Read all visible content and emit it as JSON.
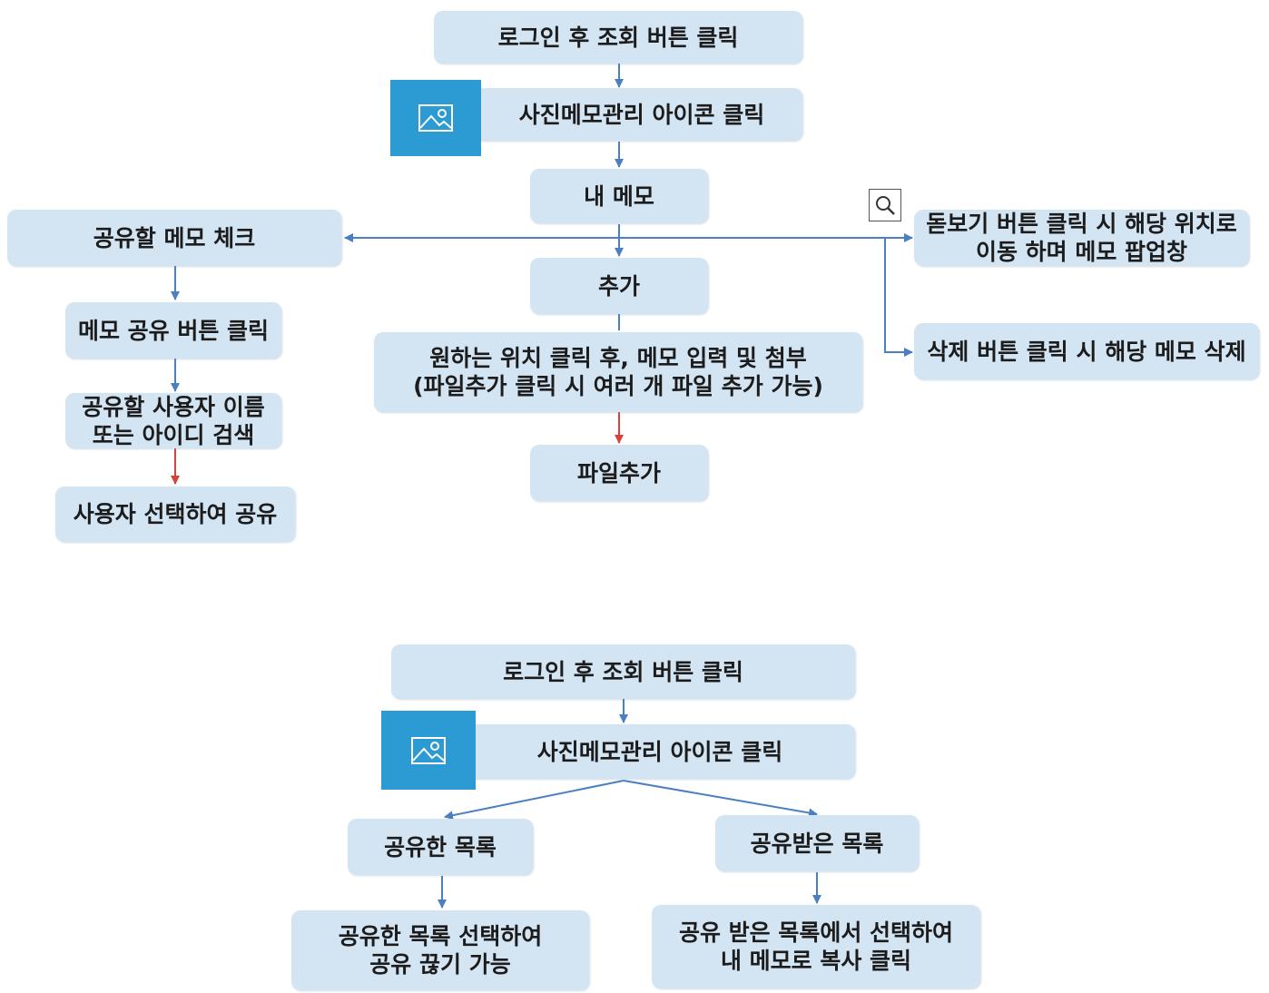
{
  "diagram1": {
    "login": "로그인 후 조회 버튼 클릭",
    "photo_memo": "사진메모관리  아이콘  클릭",
    "my_memo": "내 메모",
    "share_check": "공유할  메모  체크",
    "share_button": "메모 공유 버튼 클릭",
    "share_search": [
      "공유할 사용자 이름",
      "또는 아이디  검색"
    ],
    "share_select": "사용자 선택하여  공유",
    "add": "추가",
    "add_detail": [
      "원하는 위치 클릭 후, 메모 입력 및 첨부",
      "(파일추가  클릭 시 여러 개 파일 추가 가능)"
    ],
    "add_file": "파일추가",
    "zoom_popup": [
      "돋보기 버튼 클릭 시 해당 위치로",
      "이동 하며 메모 팝업창"
    ],
    "delete": "삭제 버튼 클릭 시 해당 메모 삭제"
  },
  "diagram2": {
    "login": "로그인 후 조회 버튼 클릭",
    "photo_memo": "사진메모관리  아이콘  클릭",
    "shared_list": "공유한  목록",
    "received_list": "공유받은  목록",
    "shared_detail": [
      "공유한 목록 선택하여",
      "공유 끊기 가능"
    ],
    "received_detail": [
      "공유 받은 목록에서  선택하여",
      "내 메모로 복사 클릭"
    ]
  },
  "icons": {
    "image": "image-icon",
    "zoom": "magnifier-icon"
  },
  "colors": {
    "box": "#d3e4f2",
    "arrow_blue": "#4a7fc1",
    "arrow_red": "#d9403a",
    "icon_bg": "#2d9bd3"
  }
}
